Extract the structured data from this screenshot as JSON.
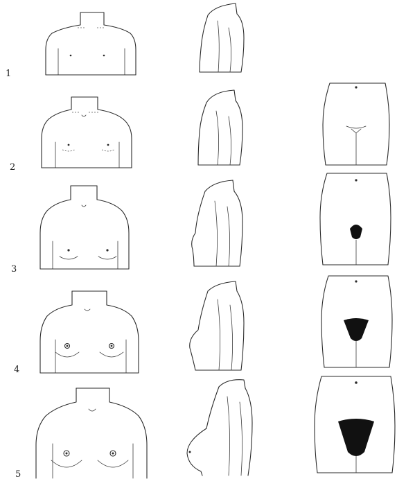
{
  "stages": [
    {
      "label": "1",
      "has_pelvis": false
    },
    {
      "label": "2",
      "has_pelvis": true
    },
    {
      "label": "3",
      "has_pelvis": true
    },
    {
      "label": "4",
      "has_pelvis": true
    },
    {
      "label": "5",
      "has_pelvis": true
    }
  ],
  "colors": {
    "ink": "#2a2a2a",
    "paper": "#ffffff"
  }
}
